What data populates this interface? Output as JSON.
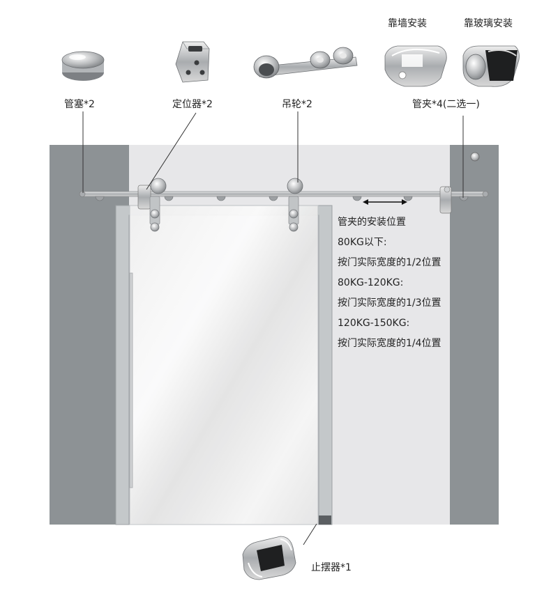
{
  "parts": {
    "pipe_plug": "管塞*2",
    "positioner": "定位器*2",
    "hanging_wheel": "吊轮*2",
    "pipe_clamp": "管夹*4(二选一)",
    "wall_mount": "靠墙安装",
    "glass_mount": "靠玻璃安装",
    "stopper": "止摆器*1"
  },
  "notes": [
    "管夹的安装位置",
    "80KG以下:",
    "按门实际宽度的1/2位置",
    "80KG-120KG:",
    "按门实际宽度的1/3位置",
    "120KG-150KG:",
    "按门实际宽度的1/4位置"
  ],
  "colors": {
    "wall": "#8d9295",
    "backdrop": "#e7e7e9",
    "frame": "#c4c8ca",
    "steel": "#b9bcbf",
    "text": "#222222"
  }
}
